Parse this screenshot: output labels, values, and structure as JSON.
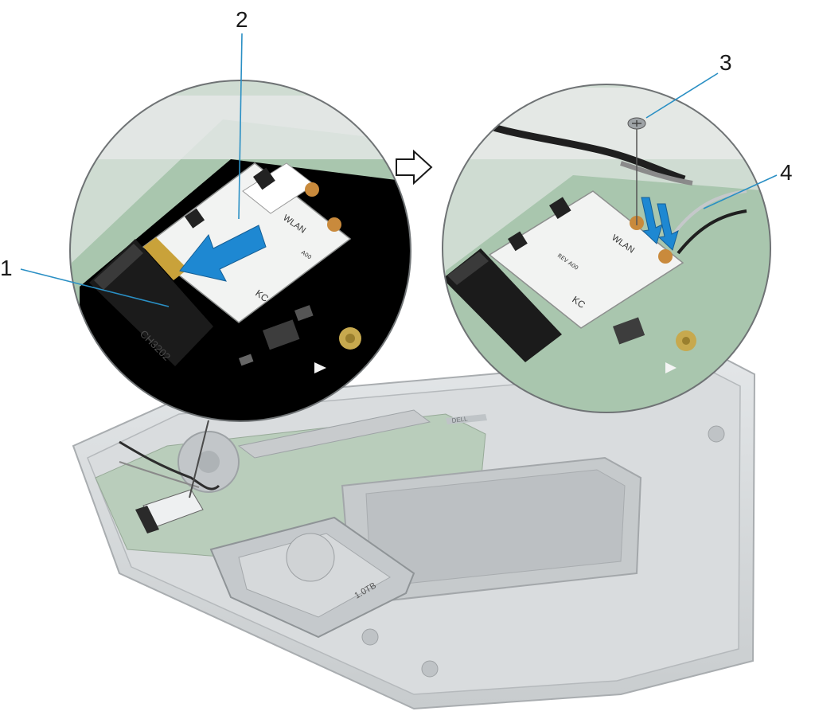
{
  "callouts": [
    {
      "number": "1",
      "part": "wireless-card-slot"
    },
    {
      "number": "2",
      "part": "wireless-card"
    },
    {
      "number": "3",
      "part": "screw"
    },
    {
      "number": "4",
      "part": "antenna-cables"
    }
  ],
  "card_labels": {
    "wlan": "WLAN",
    "rev_a00_left": "A00",
    "rev_a00_right": "REV A00",
    "kc_mark": "KC"
  },
  "connector_print": "CH3202",
  "brand_text": "DELL",
  "hdd_text": "1.0TB",
  "colors": {
    "leader_line": "#2a8fc4",
    "arrow_fill": "#1e88d2",
    "pcb_green": "#4f8f5a",
    "card_body": "#e9ecef",
    "slot_black": "#1b1b1b",
    "gold_contacts": "#c9a23a",
    "chassis_gray": "#cfd3d6"
  },
  "icons": {
    "process_arrow": "hollow-right-arrow-icon",
    "slide_arrow": "blue-left-arrow-icon",
    "connect_arrows": "blue-down-arrows-icon"
  }
}
